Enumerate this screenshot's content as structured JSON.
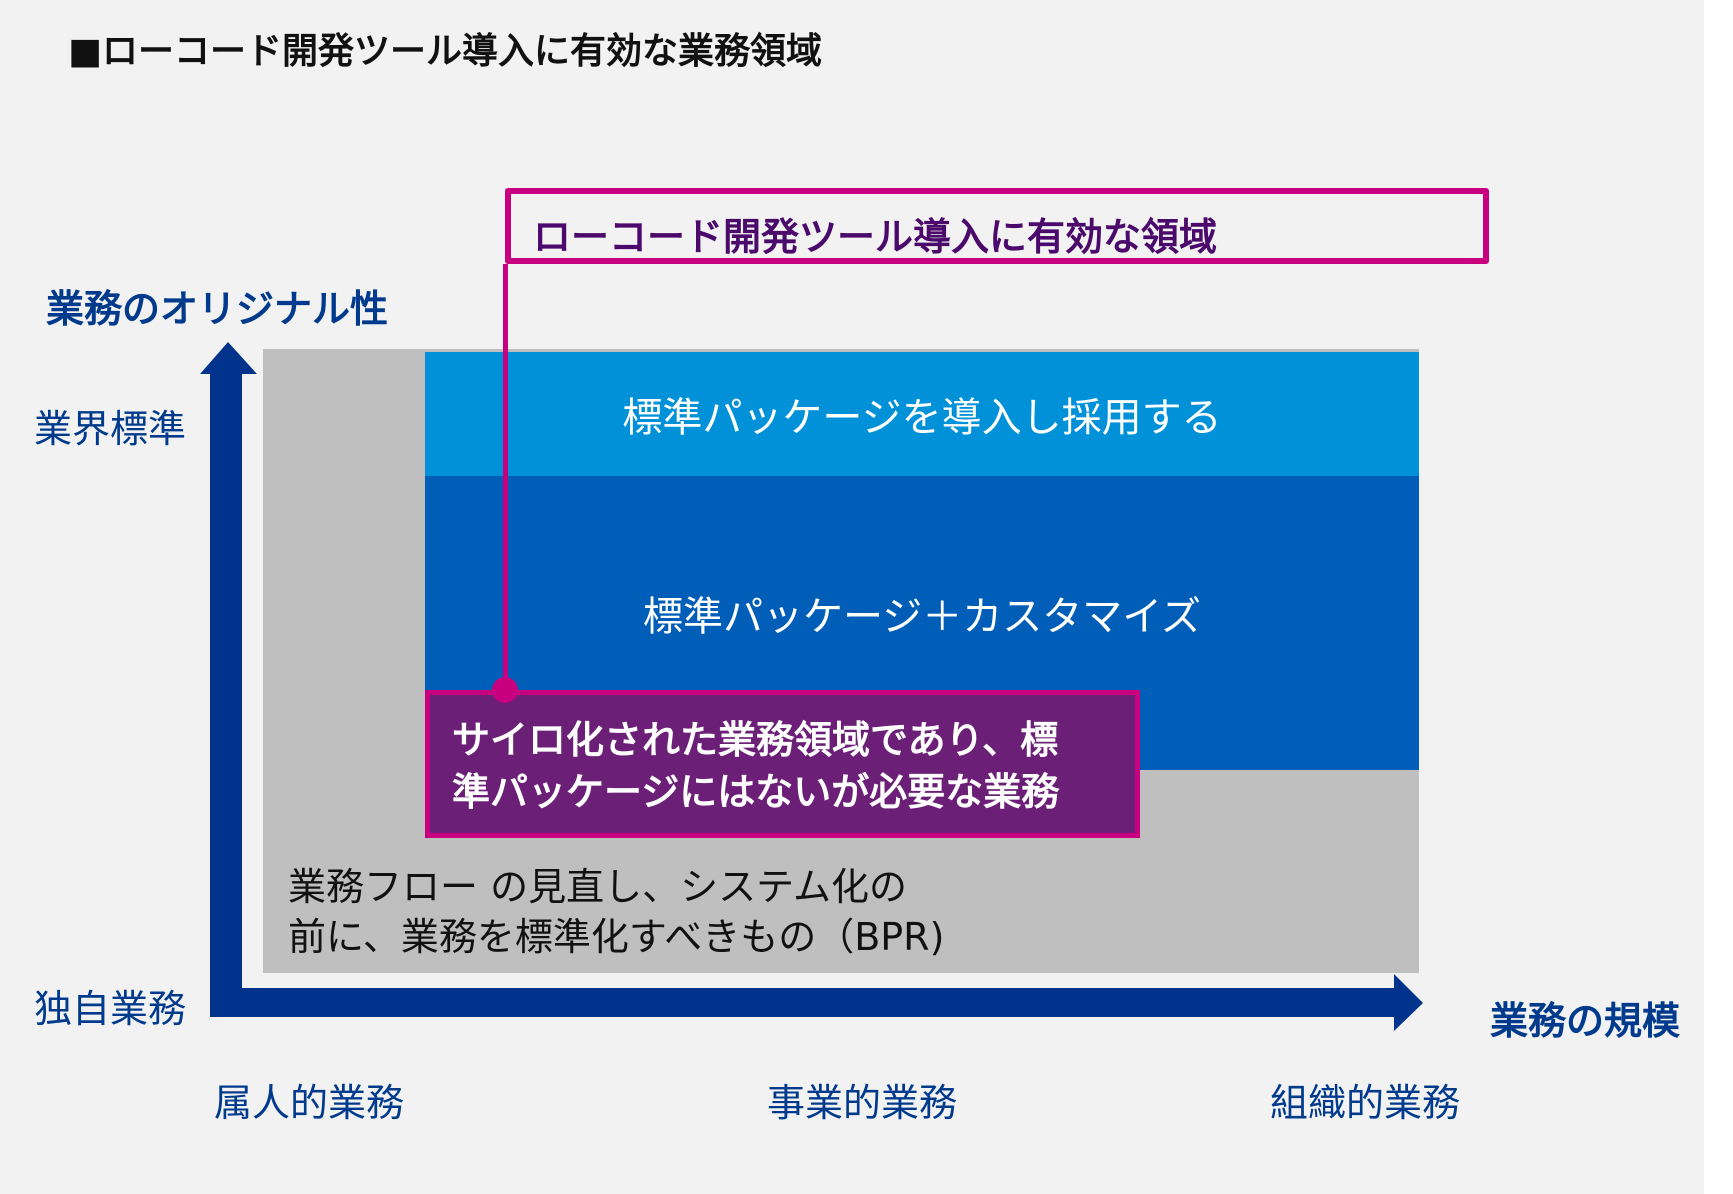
{
  "title": "■ローコード開発ツール導入に有効な業務領域",
  "axes": {
    "y_title": "業務のオリジナル性",
    "y_top_label": "業界標準",
    "y_bottom_label": "独自業務",
    "x_title": "業務の規模",
    "x_labels": [
      "属人的業務",
      "事業的業務",
      "組織的業務"
    ]
  },
  "regions": {
    "standard_package": "標準パッケージを導入し採用する",
    "package_customize": "標準パッケージ＋カスタマイズ",
    "bpr_line1": "業務フロー の見直し、システム化の",
    "bpr_line2": "前に、業務を標準化すべきもの（BPR)"
  },
  "callouts": {
    "lowcode_area": "ローコード開発ツール導入に有効な領域",
    "silo_line1": "サイロ化された業務領域であり、標",
    "silo_line2": "準パッケージにはないが必要な業務"
  },
  "colors": {
    "background": "#f2f2f2",
    "axis_blue": "#00348c",
    "gray_region": "#bfbfbf",
    "light_blue_band": "#0091d9",
    "dark_blue_band": "#005eb8",
    "callout_border": "#c8007f",
    "callout_fill": "#6b1f77",
    "callout_text": "#4b0a6b"
  }
}
